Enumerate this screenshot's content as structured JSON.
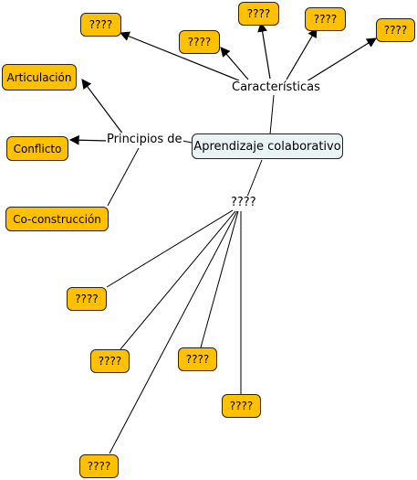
{
  "central": {
    "label": "Aprendizaje colaborativo"
  },
  "links": {
    "caracteristicas": "Características",
    "principios": "Principios de",
    "unknown": "????"
  },
  "principles": [
    "Articulación",
    "Conflicto",
    "Co-construcción"
  ],
  "characteristics": [
    "????",
    "????",
    "????",
    "????",
    "????"
  ],
  "outcomes": [
    "????",
    "????",
    "????",
    "????",
    "????"
  ],
  "colors": {
    "node_fill": "#ffc000",
    "central_fill": "#e9f3f4",
    "line": "#000000"
  }
}
